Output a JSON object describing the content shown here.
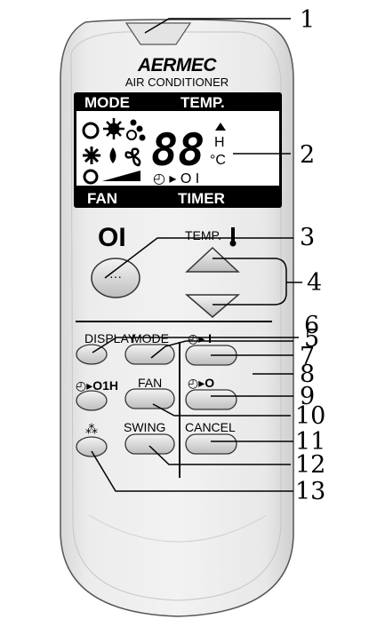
{
  "brand": "AERMEC",
  "subtitle": "AIR CONDITIONER",
  "lcd": {
    "mode_label": "MODE",
    "temp_label": "TEMP.",
    "fan_label": "FAN",
    "timer_label": "TIMER",
    "digits": "88",
    "unit_h": "H",
    "unit_c": "°C",
    "timer_glyphs": "◴ ▸ O I"
  },
  "power_label": "OI",
  "temp_key_label": "TEMP.",
  "buttons": {
    "display": "DISPLAY",
    "mode": "MODE",
    "fan": "FAN",
    "swing": "SWING",
    "cancel": "CANCEL",
    "timer_on": "◴▸ I",
    "timer_off": "◴▸O",
    "sleep": "◴▸O1H",
    "dry": "⁂",
    "center": "···"
  },
  "callouts": [
    "1",
    "2",
    "3",
    "4",
    "5",
    "6",
    "7",
    "8",
    "9",
    "10",
    "11",
    "12",
    "13"
  ]
}
